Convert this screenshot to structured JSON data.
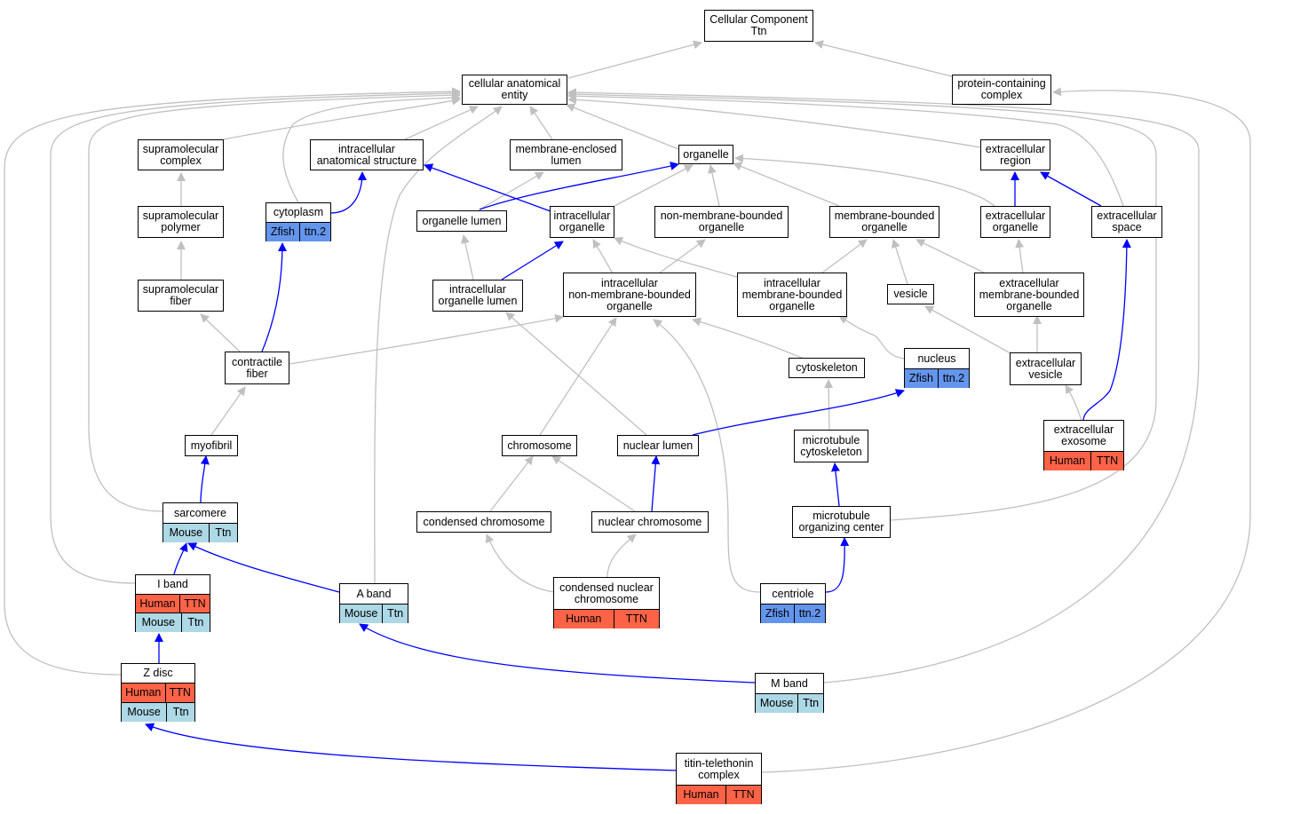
{
  "colors": {
    "gray_edge": "#c0c0c0",
    "blue_edge": "#0000ff",
    "human": "#ff6347",
    "mouse": "#add8e6",
    "zfish": "#6495ed"
  },
  "nodes": {
    "root": {
      "label": "Cellular Component\nTtn"
    },
    "cae": {
      "label": "cellular anatomical\nentity"
    },
    "pcc": {
      "label": "protein-containing\ncomplex"
    },
    "supcomplex": {
      "label": "supramolecular\ncomplex"
    },
    "ias": {
      "label": "intracellular\nanatomical structure"
    },
    "mel": {
      "label": "membrane-enclosed\nlumen"
    },
    "organelle": {
      "label": "organelle"
    },
    "extregion": {
      "label": "extracellular\nregion"
    },
    "suppoly": {
      "label": "supramolecular\npolymer"
    },
    "cytoplasm": {
      "label": "cytoplasm",
      "ann": [
        [
          "Zfish",
          "ttn.2"
        ]
      ]
    },
    "orglumen": {
      "label": "organelle lumen"
    },
    "intorg": {
      "label": "intracellular\norganelle"
    },
    "nmbo": {
      "label": "non-membrane-bounded\norganelle"
    },
    "mbo": {
      "label": "membrane-bounded\norganelle"
    },
    "extorg": {
      "label": "extracellular\norganelle"
    },
    "extspace": {
      "label": "extracellular\nspace"
    },
    "supfiber": {
      "label": "supramolecular\nfiber"
    },
    "iol": {
      "label": "intracellular\norganelle lumen"
    },
    "inmbo": {
      "label": "intracellular\nnon-membrane-bounded\norganelle"
    },
    "imbo": {
      "label": "intracellular\nmembrane-bounded\norganelle"
    },
    "vesicle": {
      "label": "vesicle"
    },
    "embo": {
      "label": "extracellular\nmembrane-bounded\norganelle"
    },
    "contractile": {
      "label": "contractile\nfiber"
    },
    "cytoskeleton": {
      "label": "cytoskeleton"
    },
    "nucleus": {
      "label": "nucleus",
      "ann": [
        [
          "Zfish",
          "ttn.2"
        ]
      ]
    },
    "extvesicle": {
      "label": "extracellular\nvesicle"
    },
    "myofibril": {
      "label": "myofibril"
    },
    "chromosome": {
      "label": "chromosome"
    },
    "nuclumen": {
      "label": "nuclear lumen"
    },
    "mtcyto": {
      "label": "microtubule\ncytoskeleton"
    },
    "exosome": {
      "label": "extracellular\nexosome",
      "ann": [
        [
          "Human",
          "TTN"
        ]
      ]
    },
    "sarcomere": {
      "label": "sarcomere",
      "ann": [
        [
          "Mouse",
          "Ttn"
        ]
      ]
    },
    "condchrom": {
      "label": "condensed chromosome"
    },
    "nucchrom": {
      "label": "nuclear chromosome"
    },
    "mtoc": {
      "label": "microtubule\norganizing center"
    },
    "iband": {
      "label": "I band",
      "ann": [
        [
          "Human",
          "TTN"
        ],
        [
          "Mouse",
          "Ttn"
        ]
      ]
    },
    "aband": {
      "label": "A band",
      "ann": [
        [
          "Mouse",
          "Ttn"
        ]
      ]
    },
    "cnc": {
      "label": "condensed nuclear\nchromosome",
      "ann": [
        [
          "Human",
          "TTN"
        ]
      ]
    },
    "centriole": {
      "label": "centriole",
      "ann": [
        [
          "Zfish",
          "ttn.2"
        ]
      ]
    },
    "zdisc": {
      "label": "Z disc",
      "ann": [
        [
          "Human",
          "TTN"
        ],
        [
          "Mouse",
          "Ttn"
        ]
      ]
    },
    "mband": {
      "label": "M band",
      "ann": [
        [
          "Mouse",
          "Ttn"
        ]
      ]
    },
    "ttc": {
      "label": "titin-telethonin\ncomplex",
      "ann": [
        [
          "Human",
          "TTN"
        ]
      ]
    }
  }
}
